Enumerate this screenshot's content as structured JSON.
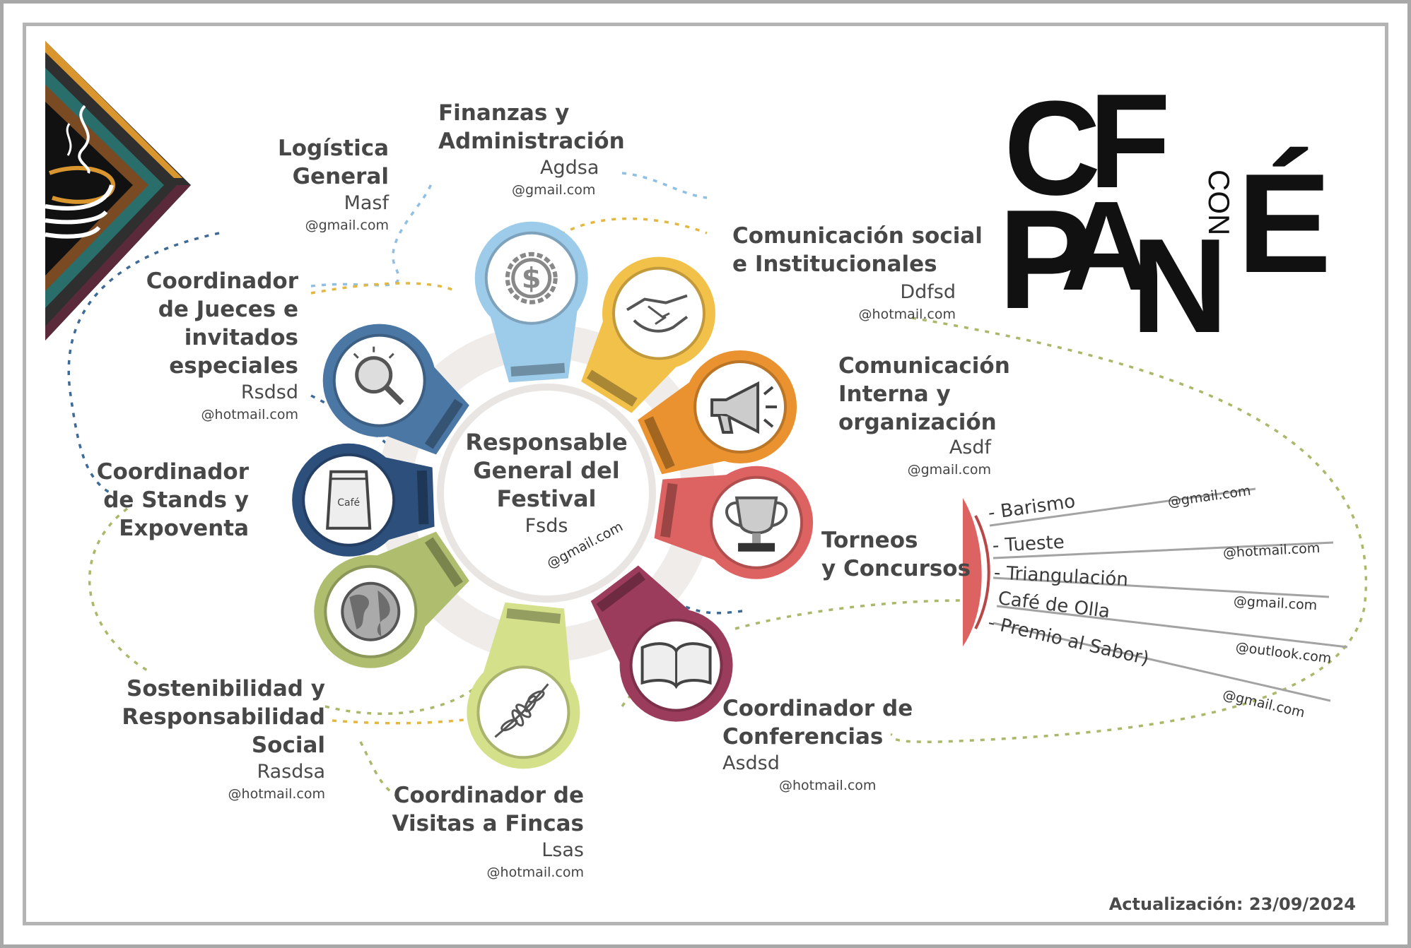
{
  "center": {
    "title": "Responsable General del Festival",
    "name": "Fsds",
    "email": "@gmail.com"
  },
  "roles": [
    {
      "id": "finanzas",
      "title_lines": [
        "Finanzas y",
        "Administración"
      ],
      "name": "Agdsa",
      "email": "@gmail.com",
      "color": "#9dcbea",
      "icon": "dollar-coin-icon"
    },
    {
      "id": "comunicacion-social",
      "title_lines": [
        "Comunicación social",
        "e Institucionales"
      ],
      "name": "Ddfsd",
      "email": "@hotmail.com",
      "color": "#f2c14a",
      "icon": "handshake-icon"
    },
    {
      "id": "comunicacion-interna",
      "title_lines": [
        "Comunicación",
        "Interna y",
        "organización"
      ],
      "name": "Asdf",
      "email": "@gmail.com",
      "color": "#e9922f",
      "icon": "megaphone-icon"
    },
    {
      "id": "torneos",
      "title_lines": [
        "Torneos",
        "y Concursos"
      ],
      "name": "",
      "email": "",
      "color": "#dd6262",
      "icon": "trophy-icon"
    },
    {
      "id": "conferencias",
      "title_lines": [
        "Coordinador de",
        "Conferencias"
      ],
      "name": "Asdsd",
      "email": "@hotmail.com",
      "color": "#9c3c5c",
      "icon": "open-book-icon"
    },
    {
      "id": "visitas",
      "title_lines": [
        "Coordinador de",
        "Visitas a Fincas"
      ],
      "name": "Lsas",
      "email": "@hotmail.com",
      "color": "#d4e18a",
      "icon": "coffee-branch-icon"
    },
    {
      "id": "sostenibilidad",
      "title_lines": [
        "Sostenibilidad y",
        "Responsabilidad",
        "Social"
      ],
      "name": "Rasdsa",
      "email": "@hotmail.com",
      "color": "#aebd6e",
      "icon": "globe-icon"
    },
    {
      "id": "stands",
      "title_lines": [
        "Coordinador",
        "de Stands y",
        "Expoventa"
      ],
      "name": "",
      "email": "",
      "color": "#2d4f7c",
      "icon": "coffee-bag-icon"
    },
    {
      "id": "jueces",
      "title_lines": [
        "Coordinador",
        "de Jueces e",
        "invitados",
        "especiales"
      ],
      "name": "Rsdsd",
      "email": "@hotmail.com",
      "color": "#4b77a4",
      "icon": "magnifier-icon"
    },
    {
      "id": "logistica",
      "title_lines": [
        "Logística",
        "General"
      ],
      "name": "Masf",
      "email": "@gmail.com",
      "color": "#6fa0c8",
      "icon": ""
    }
  ],
  "tournaments": [
    {
      "label": "- Barismo",
      "email": "@gmail.com"
    },
    {
      "label": "- Tueste",
      "email": "@hotmail.com"
    },
    {
      "label": "- Triangulación",
      "email": "@gmail.com"
    },
    {
      "label": "Café de Olla",
      "email": "@outlook.com"
    },
    {
      "label": "- Premio al Sabor)",
      "email": "@gmail.com"
    }
  ],
  "brand": {
    "letters": [
      "C",
      "F",
      "A",
      "P",
      "N",
      "É"
    ],
    "con": "CON"
  },
  "update_text": "Actualización: 23/09/2024"
}
